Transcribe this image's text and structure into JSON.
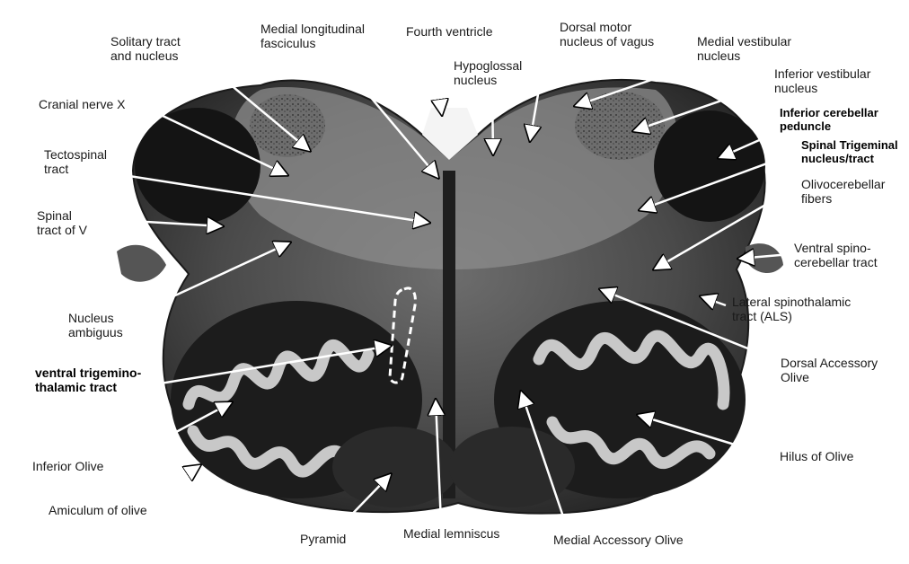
{
  "figure": {
    "labels": {
      "solitary": [
        "Solitary tract",
        "and  nucleus"
      ],
      "mlf": [
        "Medial longitudinal",
        "fasciculus"
      ],
      "fourth_ventricle": [
        "Fourth ventricle"
      ],
      "dorsal_motor_vagus": [
        "Dorsal motor",
        "nucleus of vagus"
      ],
      "medial_vestibular": [
        "Medial vestibular",
        "nucleus"
      ],
      "hypoglossal": [
        "Hypoglossal",
        "nucleus"
      ],
      "inferior_vestibular": [
        "Inferior vestibular",
        "nucleus"
      ],
      "inferior_cerebellar": [
        "Inferior cerebellar",
        "peduncle"
      ],
      "spinal_trigeminal": [
        "Spinal Trigeminal",
        "nucleus/tract"
      ],
      "cranial_nerve_x": [
        "Cranial nerve X"
      ],
      "tectospinal": [
        "Tectospinal",
        "tract"
      ],
      "olivocerebellar": [
        "Olivocerebellar",
        "fibers"
      ],
      "spinal_tract_v": [
        "Spinal",
        "tract of V"
      ],
      "ventral_spinocerebellar": [
        "Ventral spino-",
        "cerebellar tract"
      ],
      "lateral_spinothalamic": [
        "Lateral spinothalamic",
        "tract (ALS)"
      ],
      "nucleus_ambiguus": [
        "Nucleus",
        "ambiguus"
      ],
      "dorsal_accessory_olive": [
        "Dorsal Accessory",
        "Olive"
      ],
      "ventral_trigeminothalamic": [
        "ventral trigemino-",
        "thalamic tract"
      ],
      "inferior_olive": [
        "Inferior Olive"
      ],
      "hilus_of_olive": [
        "Hilus of Olive"
      ],
      "amiculum": [
        "Amiculum of olive"
      ],
      "pyramid": [
        "Pyramid"
      ],
      "medial_lemniscus": [
        "Medial lemniscus"
      ],
      "medial_accessory_olive": [
        "Medial Accessory Olive"
      ]
    }
  }
}
